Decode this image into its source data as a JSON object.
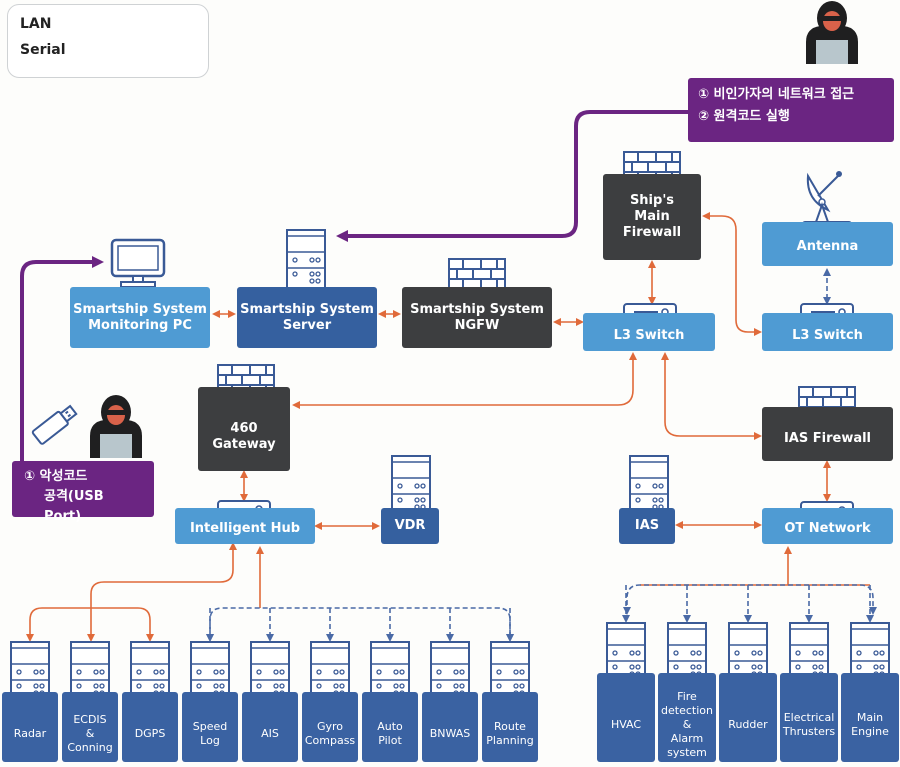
{
  "legend": {
    "lan_label": "LAN",
    "serial_label": "Serial",
    "lan_color": "#e07a3e",
    "serial_color": "#6f86b8"
  },
  "colors": {
    "lan": "#e06a3a",
    "serial": "#4a6aa6",
    "attack": "#6b2582",
    "node_light": "#4f9bd3",
    "node_dark": "#3d3e40",
    "node_navy": "#35609f",
    "device": "#3a62a2"
  },
  "callouts": {
    "remote_attack": {
      "line1": "① 비인가자의 네트워크 접근",
      "line2": "② 원격코드 실행"
    },
    "usb_attack": {
      "line1": "① 악성코드",
      "line2": "공격(USB Port)"
    }
  },
  "nodes": {
    "monitoring_pc": "Smartship System\nMonitoring PC",
    "server": "Smartship System\nServer",
    "ngfw": "Smartship System\nNGFW",
    "main_firewall": "Ship's\nMain\nFirewall",
    "l3_switch_main": "L3 Switch",
    "antenna": "Antenna",
    "l3_switch_antenna": "L3 Switch",
    "gateway": "460\nGateway",
    "intelligent_hub": "Intelligent Hub",
    "vdr": "VDR",
    "ias_firewall": "IAS Firewall",
    "ias": "IAS",
    "ot_network": "OT Network"
  },
  "bridge_devices": [
    {
      "label": "Radar",
      "link": "LAN"
    },
    {
      "label": "ECDIS\n&\nConning",
      "link": "LAN"
    },
    {
      "label": "DGPS",
      "link": "LAN"
    },
    {
      "label": "Speed\nLog",
      "link": "Serial"
    },
    {
      "label": "AIS",
      "link": "Serial"
    },
    {
      "label": "Gyro\nCompass",
      "link": "Serial"
    },
    {
      "label": "Auto\nPilot",
      "link": "Serial"
    },
    {
      "label": "BNWAS",
      "link": "Serial"
    },
    {
      "label": "Route\nPlanning",
      "link": "Serial"
    }
  ],
  "ot_devices": [
    {
      "label": "HVAC",
      "link": "Serial"
    },
    {
      "label": "Fire\ndetection\n&\nAlarm\nsystem",
      "link": "Serial"
    },
    {
      "label": "Rudder",
      "link": "Serial"
    },
    {
      "label": "Electrical\nThrusters",
      "link": "Serial"
    },
    {
      "label": "Main\nEngine",
      "link": "Serial"
    }
  ]
}
